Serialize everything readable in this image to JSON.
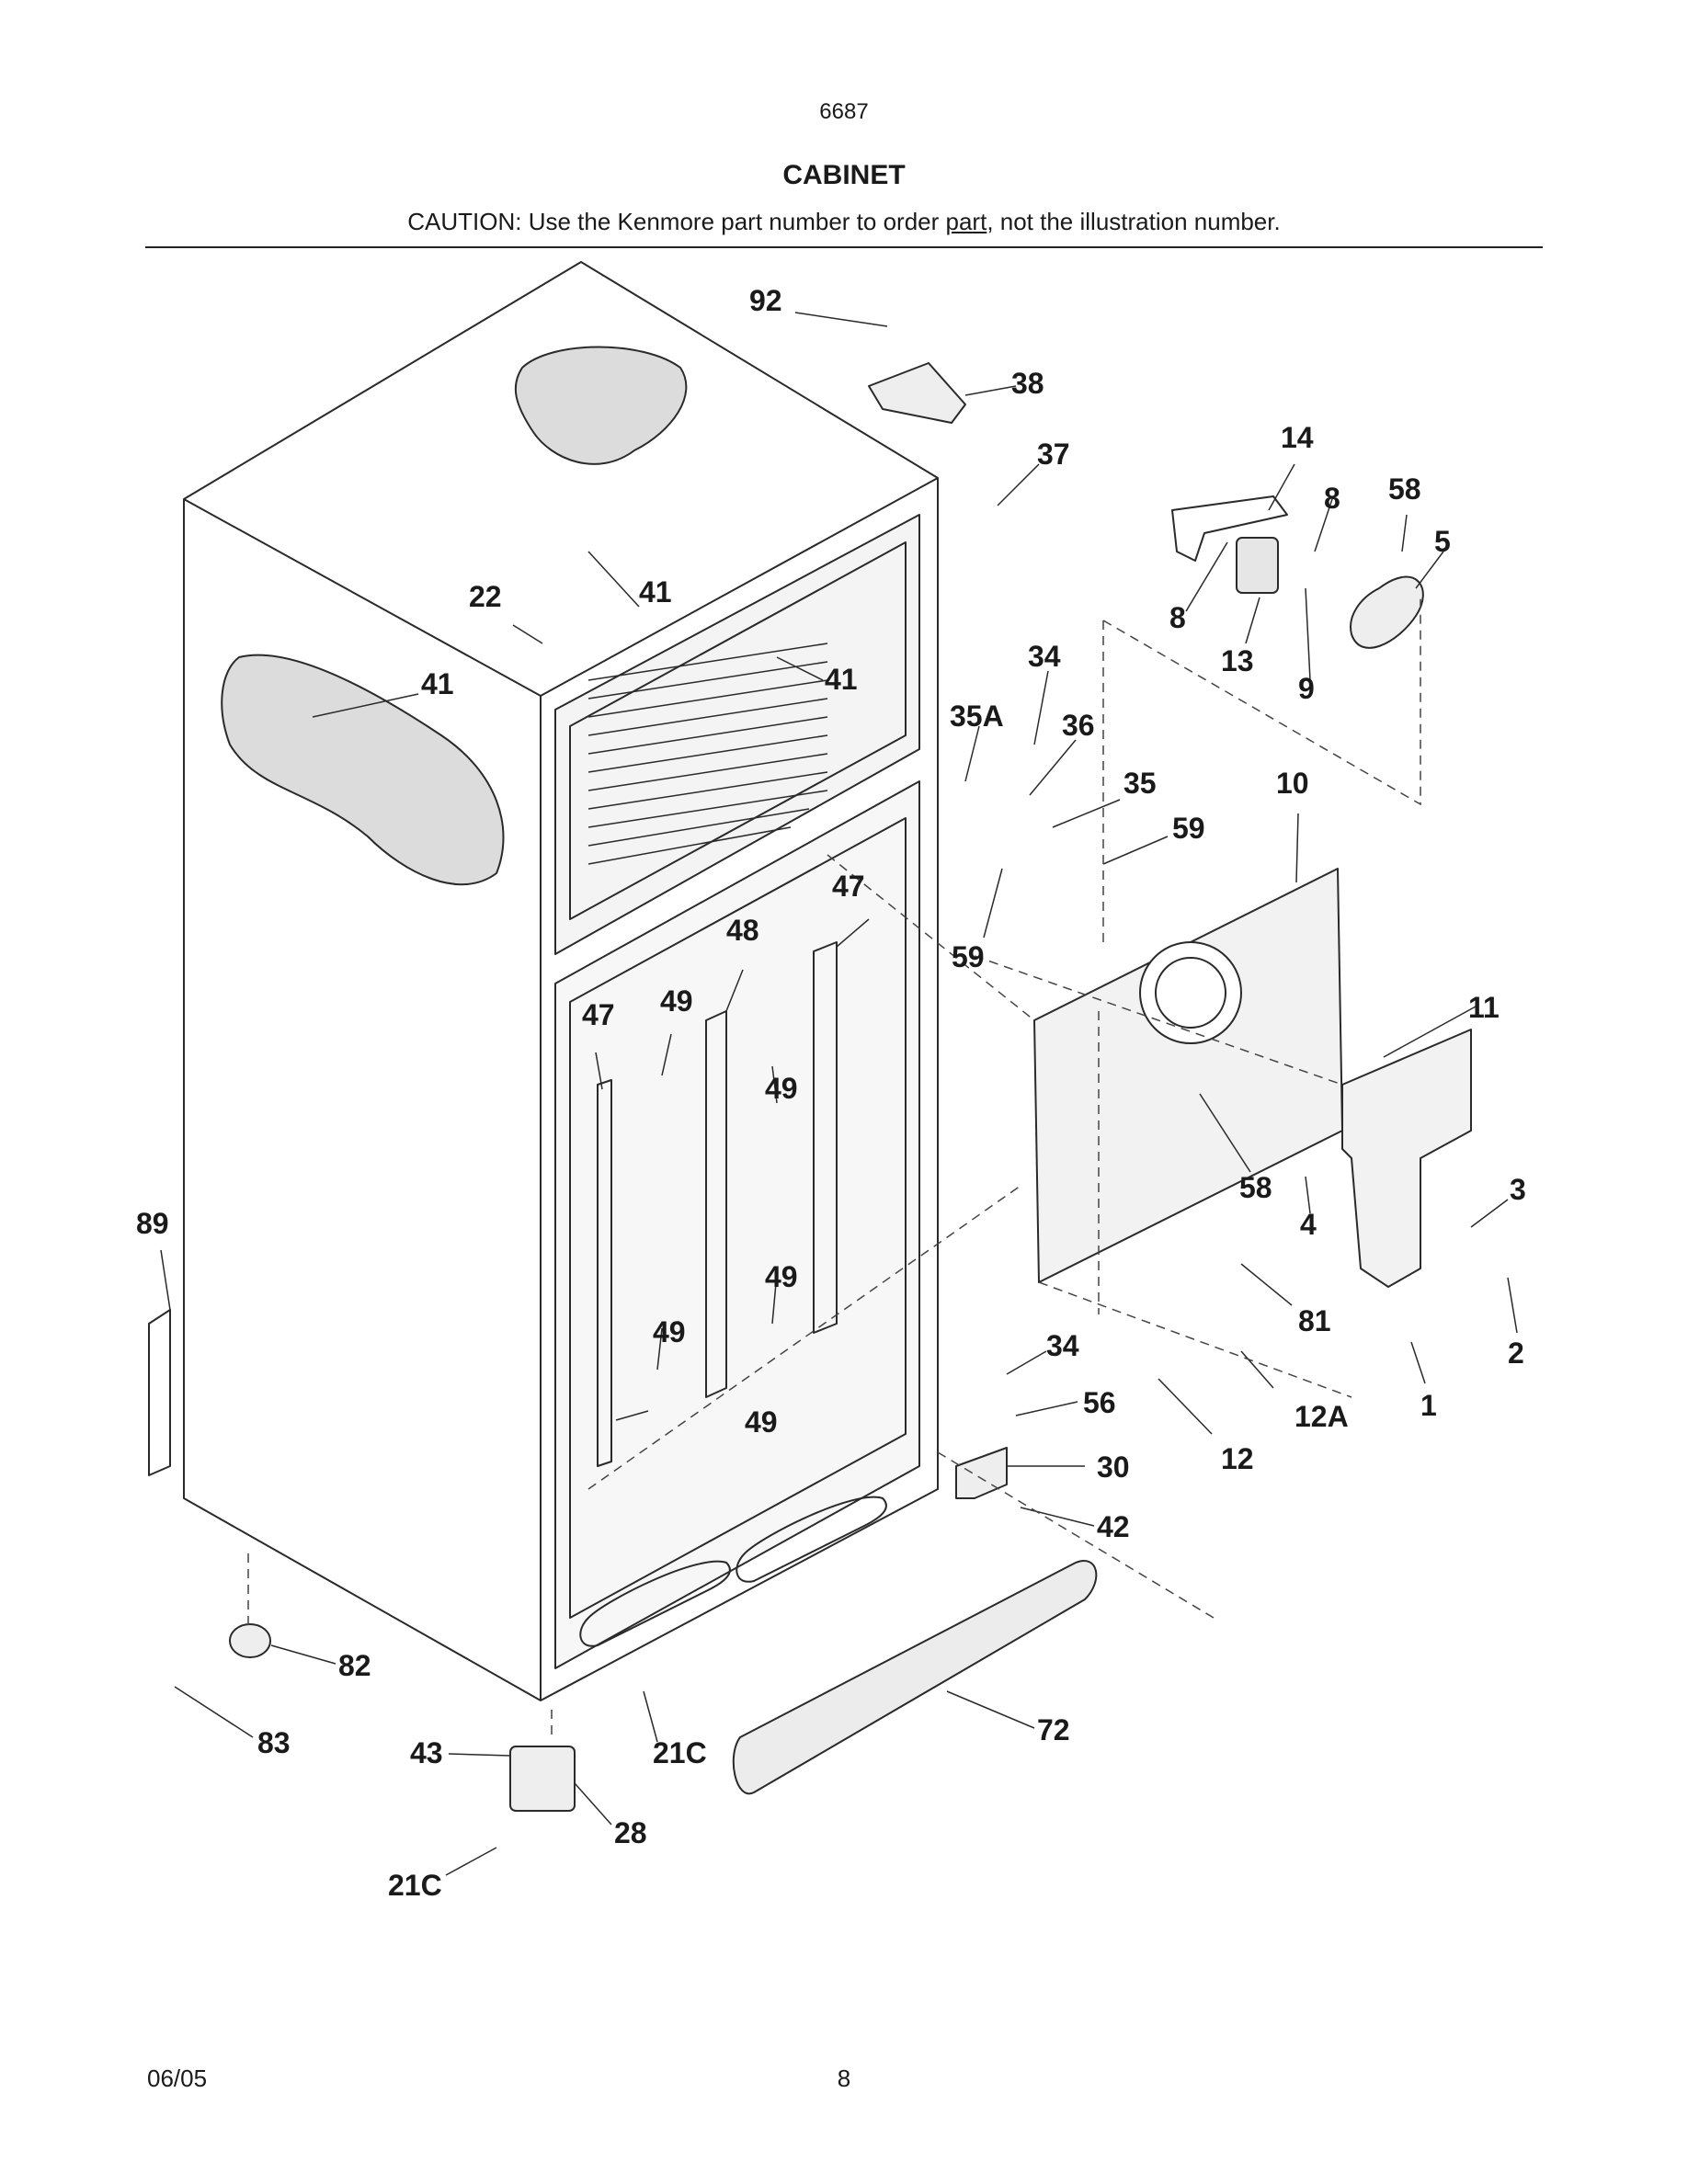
{
  "header": {
    "page_code": "6687",
    "title": "CABINET",
    "caution_prefix": "CAUTION: Use the Kenmore part number to order ",
    "caution_link": "part",
    "caution_suffix": ", not the illustration number."
  },
  "callouts": [
    "92",
    "38",
    "37",
    "14",
    "8",
    "58",
    "5",
    "41",
    "22",
    "41",
    "8",
    "13",
    "9",
    "41",
    "34",
    "35A",
    "36",
    "35",
    "10",
    "59",
    "59",
    "47",
    "48",
    "47",
    "49",
    "49",
    "11",
    "49",
    "58",
    "3",
    "89",
    "4",
    "81",
    "2",
    "49",
    "49",
    "34",
    "56",
    "12A",
    "1",
    "12",
    "30",
    "42",
    "82",
    "72",
    "83",
    "43",
    "21C",
    "28",
    "21C"
  ],
  "footer": {
    "date": "06/05",
    "page": "8"
  }
}
